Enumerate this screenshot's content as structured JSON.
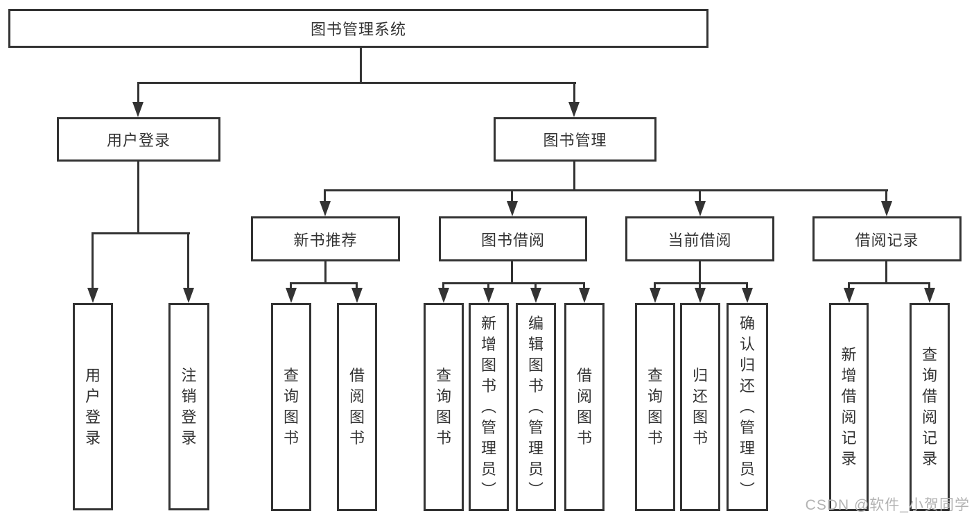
{
  "tree": {
    "root": {
      "label": "图书管理系统",
      "children": [
        {
          "label": "用户登录",
          "children": [
            {
              "label": "用户登录"
            },
            {
              "label": "注销登录"
            }
          ]
        },
        {
          "label": "图书管理",
          "children": [
            {
              "label": "新书推荐",
              "children": [
                {
                  "label": "查询图书"
                },
                {
                  "label": "借阅图书"
                }
              ]
            },
            {
              "label": "图书借阅",
              "children": [
                {
                  "label": "查询图书"
                },
                {
                  "label": "新增图书（管理员）"
                },
                {
                  "label": "编辑图书（管理员）"
                },
                {
                  "label": "借阅图书"
                }
              ]
            },
            {
              "label": "当前借阅",
              "children": [
                {
                  "label": "查询图书"
                },
                {
                  "label": "归还图书"
                },
                {
                  "label": "确认归还（管理员）"
                }
              ]
            },
            {
              "label": "借阅记录",
              "children": [
                {
                  "label": "新增借阅记录"
                },
                {
                  "label": "查询借阅记录"
                }
              ]
            }
          ]
        }
      ]
    }
  },
  "watermark": {
    "text": "CSDN @软件_小贺同学"
  },
  "colors": {
    "line": "#333333",
    "node_border": "#333333",
    "text": "#333333",
    "background": "#ffffff",
    "watermark": "#b3b3b3"
  }
}
